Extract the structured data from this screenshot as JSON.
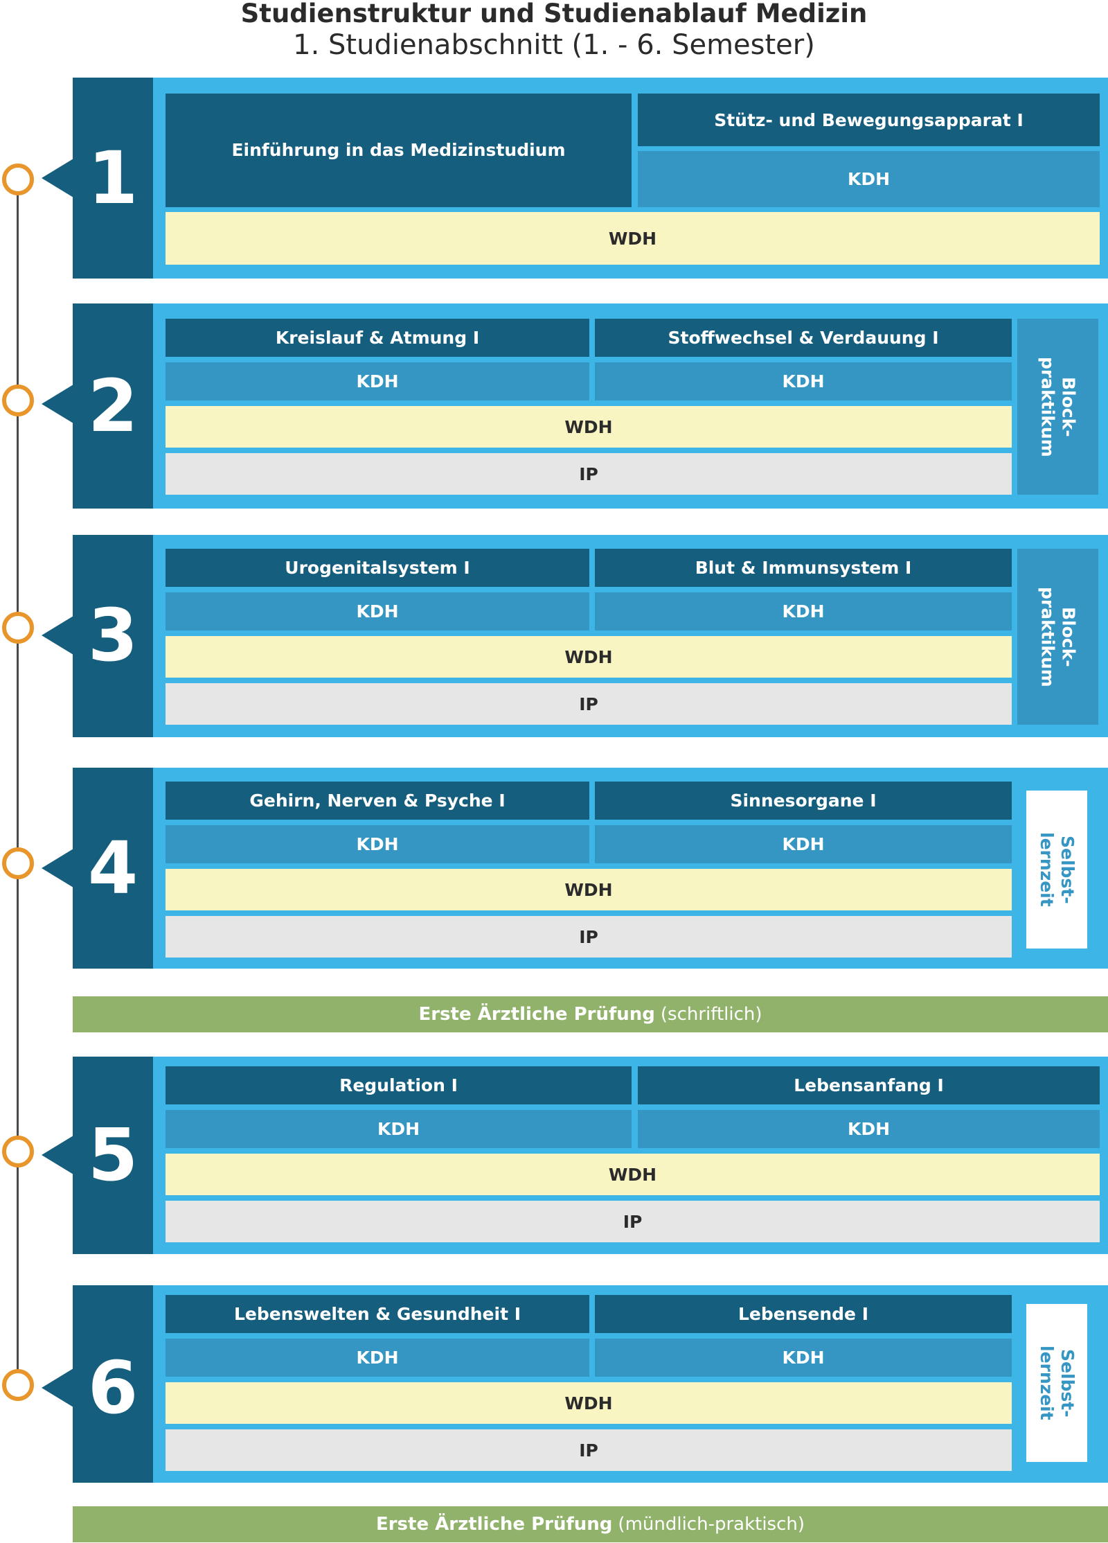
{
  "header": {
    "title": "Studienstruktur und Studienablauf Medizin",
    "subtitle": "1. Studienabschnitt (1. - 6. Semester)"
  },
  "semesters": [
    {
      "number": "1",
      "modules": [
        "Einführung in das Medizinstudium",
        "Stütz- und Bewegungsapparat I"
      ],
      "kdh": "KDH",
      "wdh": "WDH"
    },
    {
      "number": "2",
      "modules": [
        "Kreislauf & Atmung I",
        "Stoffwechsel & Verdauung I"
      ],
      "kdh": [
        "KDH",
        "KDH"
      ],
      "wdh": "WDH",
      "ip": "IP",
      "side": "Block-\npraktikum"
    },
    {
      "number": "3",
      "modules": [
        "Urogenitalsystem I",
        "Blut & Immunsystem I"
      ],
      "kdh": [
        "KDH",
        "KDH"
      ],
      "wdh": "WDH",
      "ip": "IP",
      "side": "Block-\npraktikum"
    },
    {
      "number": "4",
      "modules": [
        "Gehirn, Nerven & Psyche I",
        "Sinnesorgane I"
      ],
      "kdh": [
        "KDH",
        "KDH"
      ],
      "wdh": "WDH",
      "ip": "IP",
      "side": "Selbst-\nlernzeit"
    },
    {
      "number": "5",
      "modules": [
        "Regulation I",
        "Lebensanfang I"
      ],
      "kdh": [
        "KDH",
        "KDH"
      ],
      "wdh": "WDH",
      "ip": "IP"
    },
    {
      "number": "6",
      "modules": [
        "Lebenswelten & Gesundheit I",
        "Lebensende I"
      ],
      "kdh": [
        "KDH",
        "KDH"
      ],
      "wdh": "WDH",
      "ip": "IP",
      "side": "Selbst-\nlernzeit"
    }
  ],
  "exams": [
    {
      "label": "Erste Ärztliche Prüfung",
      "mode": "(schriftlich)"
    },
    {
      "label": "Erste Ärztliche Prüfung",
      "mode": "(mündlich-praktisch)"
    }
  ],
  "colors": {
    "dark_blue": "#165e7e",
    "mid_blue": "#3595c3",
    "light_blue": "#3db5e6",
    "yellow": "#f9f5c3",
    "grey": "#e6e6e6",
    "green": "#91b26a",
    "orange": "#e8962b"
  }
}
